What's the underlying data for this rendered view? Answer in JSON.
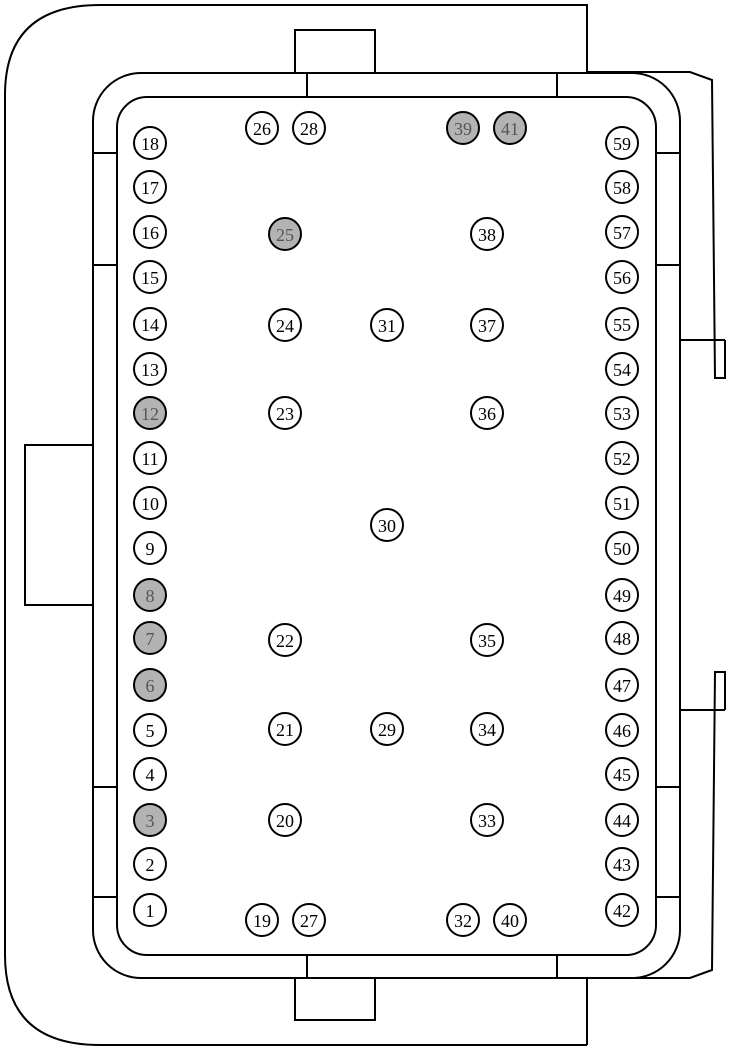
{
  "colors": {
    "stroke": "#000000",
    "background": "#ffffff",
    "pin_empty": "#ffffff",
    "pin_filled": "#b3b3b3",
    "pin_filled_text": "#555555"
  },
  "pins": [
    {
      "label": "1",
      "filled": false
    },
    {
      "label": "2",
      "filled": false
    },
    {
      "label": "3",
      "filled": true
    },
    {
      "label": "4",
      "filled": false
    },
    {
      "label": "5",
      "filled": false
    },
    {
      "label": "6",
      "filled": true
    },
    {
      "label": "7",
      "filled": true
    },
    {
      "label": "8",
      "filled": true
    },
    {
      "label": "9",
      "filled": false
    },
    {
      "label": "10",
      "filled": false
    },
    {
      "label": "11",
      "filled": false
    },
    {
      "label": "12",
      "filled": true
    },
    {
      "label": "13",
      "filled": false
    },
    {
      "label": "14",
      "filled": false
    },
    {
      "label": "15",
      "filled": false
    },
    {
      "label": "16",
      "filled": false
    },
    {
      "label": "17",
      "filled": false
    },
    {
      "label": "18",
      "filled": false
    },
    {
      "label": "19",
      "filled": false
    },
    {
      "label": "20",
      "filled": false
    },
    {
      "label": "21",
      "filled": false
    },
    {
      "label": "22",
      "filled": false
    },
    {
      "label": "23",
      "filled": false
    },
    {
      "label": "24",
      "filled": false
    },
    {
      "label": "25",
      "filled": true
    },
    {
      "label": "26",
      "filled": false
    },
    {
      "label": "27",
      "filled": false
    },
    {
      "label": "28",
      "filled": false
    },
    {
      "label": "29",
      "filled": false
    },
    {
      "label": "30",
      "filled": false
    },
    {
      "label": "31",
      "filled": false
    },
    {
      "label": "32",
      "filled": false
    },
    {
      "label": "33",
      "filled": false
    },
    {
      "label": "34",
      "filled": false
    },
    {
      "label": "35",
      "filled": false
    },
    {
      "label": "36",
      "filled": false
    },
    {
      "label": "37",
      "filled": false
    },
    {
      "label": "38",
      "filled": false
    },
    {
      "label": "39",
      "filled": true
    },
    {
      "label": "40",
      "filled": false
    },
    {
      "label": "41",
      "filled": true
    },
    {
      "label": "42",
      "filled": false
    },
    {
      "label": "43",
      "filled": false
    },
    {
      "label": "44",
      "filled": false
    },
    {
      "label": "45",
      "filled": false
    },
    {
      "label": "46",
      "filled": false
    },
    {
      "label": "47",
      "filled": false
    },
    {
      "label": "48",
      "filled": false
    },
    {
      "label": "49",
      "filled": false
    },
    {
      "label": "50",
      "filled": false
    },
    {
      "label": "51",
      "filled": false
    },
    {
      "label": "52",
      "filled": false
    },
    {
      "label": "53",
      "filled": false
    },
    {
      "label": "54",
      "filled": false
    },
    {
      "label": "55",
      "filled": false
    },
    {
      "label": "56",
      "filled": false
    },
    {
      "label": "57",
      "filled": false
    },
    {
      "label": "58",
      "filled": false
    },
    {
      "label": "59",
      "filled": false
    }
  ]
}
